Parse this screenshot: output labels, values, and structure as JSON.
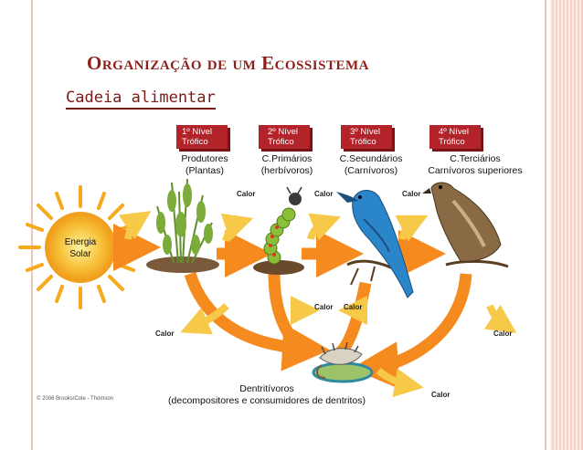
{
  "title": "Organização de um Ecossistema",
  "subtitle": "Cadeia alimentar",
  "levels": [
    {
      "line1": "1º Nível",
      "line2": "Trófico"
    },
    {
      "line1": "2º Nível",
      "line2": "Trófico"
    },
    {
      "line1": "3º Nível",
      "line2": "Trófico"
    },
    {
      "line1": "4º  Nível",
      "line2": "Trófico"
    }
  ],
  "groups": [
    {
      "line1": "Produtores",
      "line2": "(Plantas)"
    },
    {
      "line1": "C.Primários",
      "line2": "(herbívoros)"
    },
    {
      "line1": "C.Secundários",
      "line2": "(Carnívoros)"
    },
    {
      "line1": "C.Terciários",
      "line2": "Carnívoros superiores"
    }
  ],
  "energy": {
    "line1": "Energia",
    "line2": "Solar"
  },
  "heat_label": "Calor",
  "decomposers": {
    "line1": "Dentritívoros",
    "line2": "(decompositores e consumidores de dentritos)"
  },
  "copyright": "© 2006 Brooks/Cole - Thomson",
  "colors": {
    "title": "#8e1e18",
    "level_box": "#b2242a",
    "arrow_orange": "#f58a1f",
    "heat_yellow": "#f7c948",
    "sun": "#f6b41a"
  },
  "icons": [
    "sun-icon",
    "plant-icon",
    "caterpillar-icon",
    "bird-icon",
    "hawk-icon",
    "decomposer-icon"
  ]
}
